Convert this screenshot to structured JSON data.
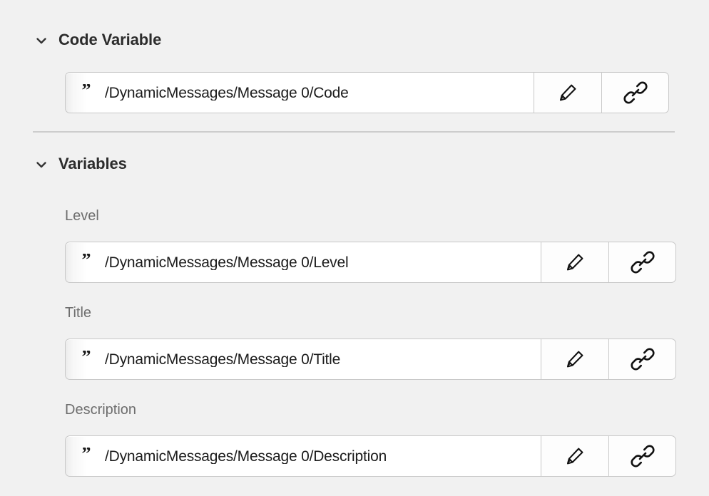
{
  "background_color": "#f1f1f1",
  "sections": [
    {
      "id": "code-variable",
      "title": "Code Variable",
      "chevron_icon": "chevron-down-icon",
      "expanded": true,
      "fields": [
        {
          "label": null,
          "value": "/DynamicMessages/Message 0/Code",
          "value_icon": "quote-icon",
          "buttons": [
            {
              "name": "edit-button",
              "icon": "pencil-icon"
            },
            {
              "name": "link-button",
              "icon": "link-icon"
            }
          ]
        }
      ]
    },
    {
      "id": "variables",
      "title": "Variables",
      "chevron_icon": "chevron-down-icon",
      "expanded": true,
      "fields": [
        {
          "label": "Level",
          "value": "/DynamicMessages/Message 0/Level",
          "value_icon": "quote-icon",
          "buttons": [
            {
              "name": "edit-button",
              "icon": "pencil-icon"
            },
            {
              "name": "link-button",
              "icon": "link-icon"
            }
          ]
        },
        {
          "label": "Title",
          "value": "/DynamicMessages/Message 0/Title",
          "value_icon": "quote-icon",
          "buttons": [
            {
              "name": "edit-button",
              "icon": "pencil-icon"
            },
            {
              "name": "link-button",
              "icon": "link-icon"
            }
          ]
        },
        {
          "label": "Description",
          "value": "/DynamicMessages/Message 0/Description",
          "value_icon": "quote-icon",
          "buttons": [
            {
              "name": "edit-button",
              "icon": "pencil-icon"
            },
            {
              "name": "link-button",
              "icon": "link-icon"
            }
          ]
        }
      ]
    }
  ]
}
